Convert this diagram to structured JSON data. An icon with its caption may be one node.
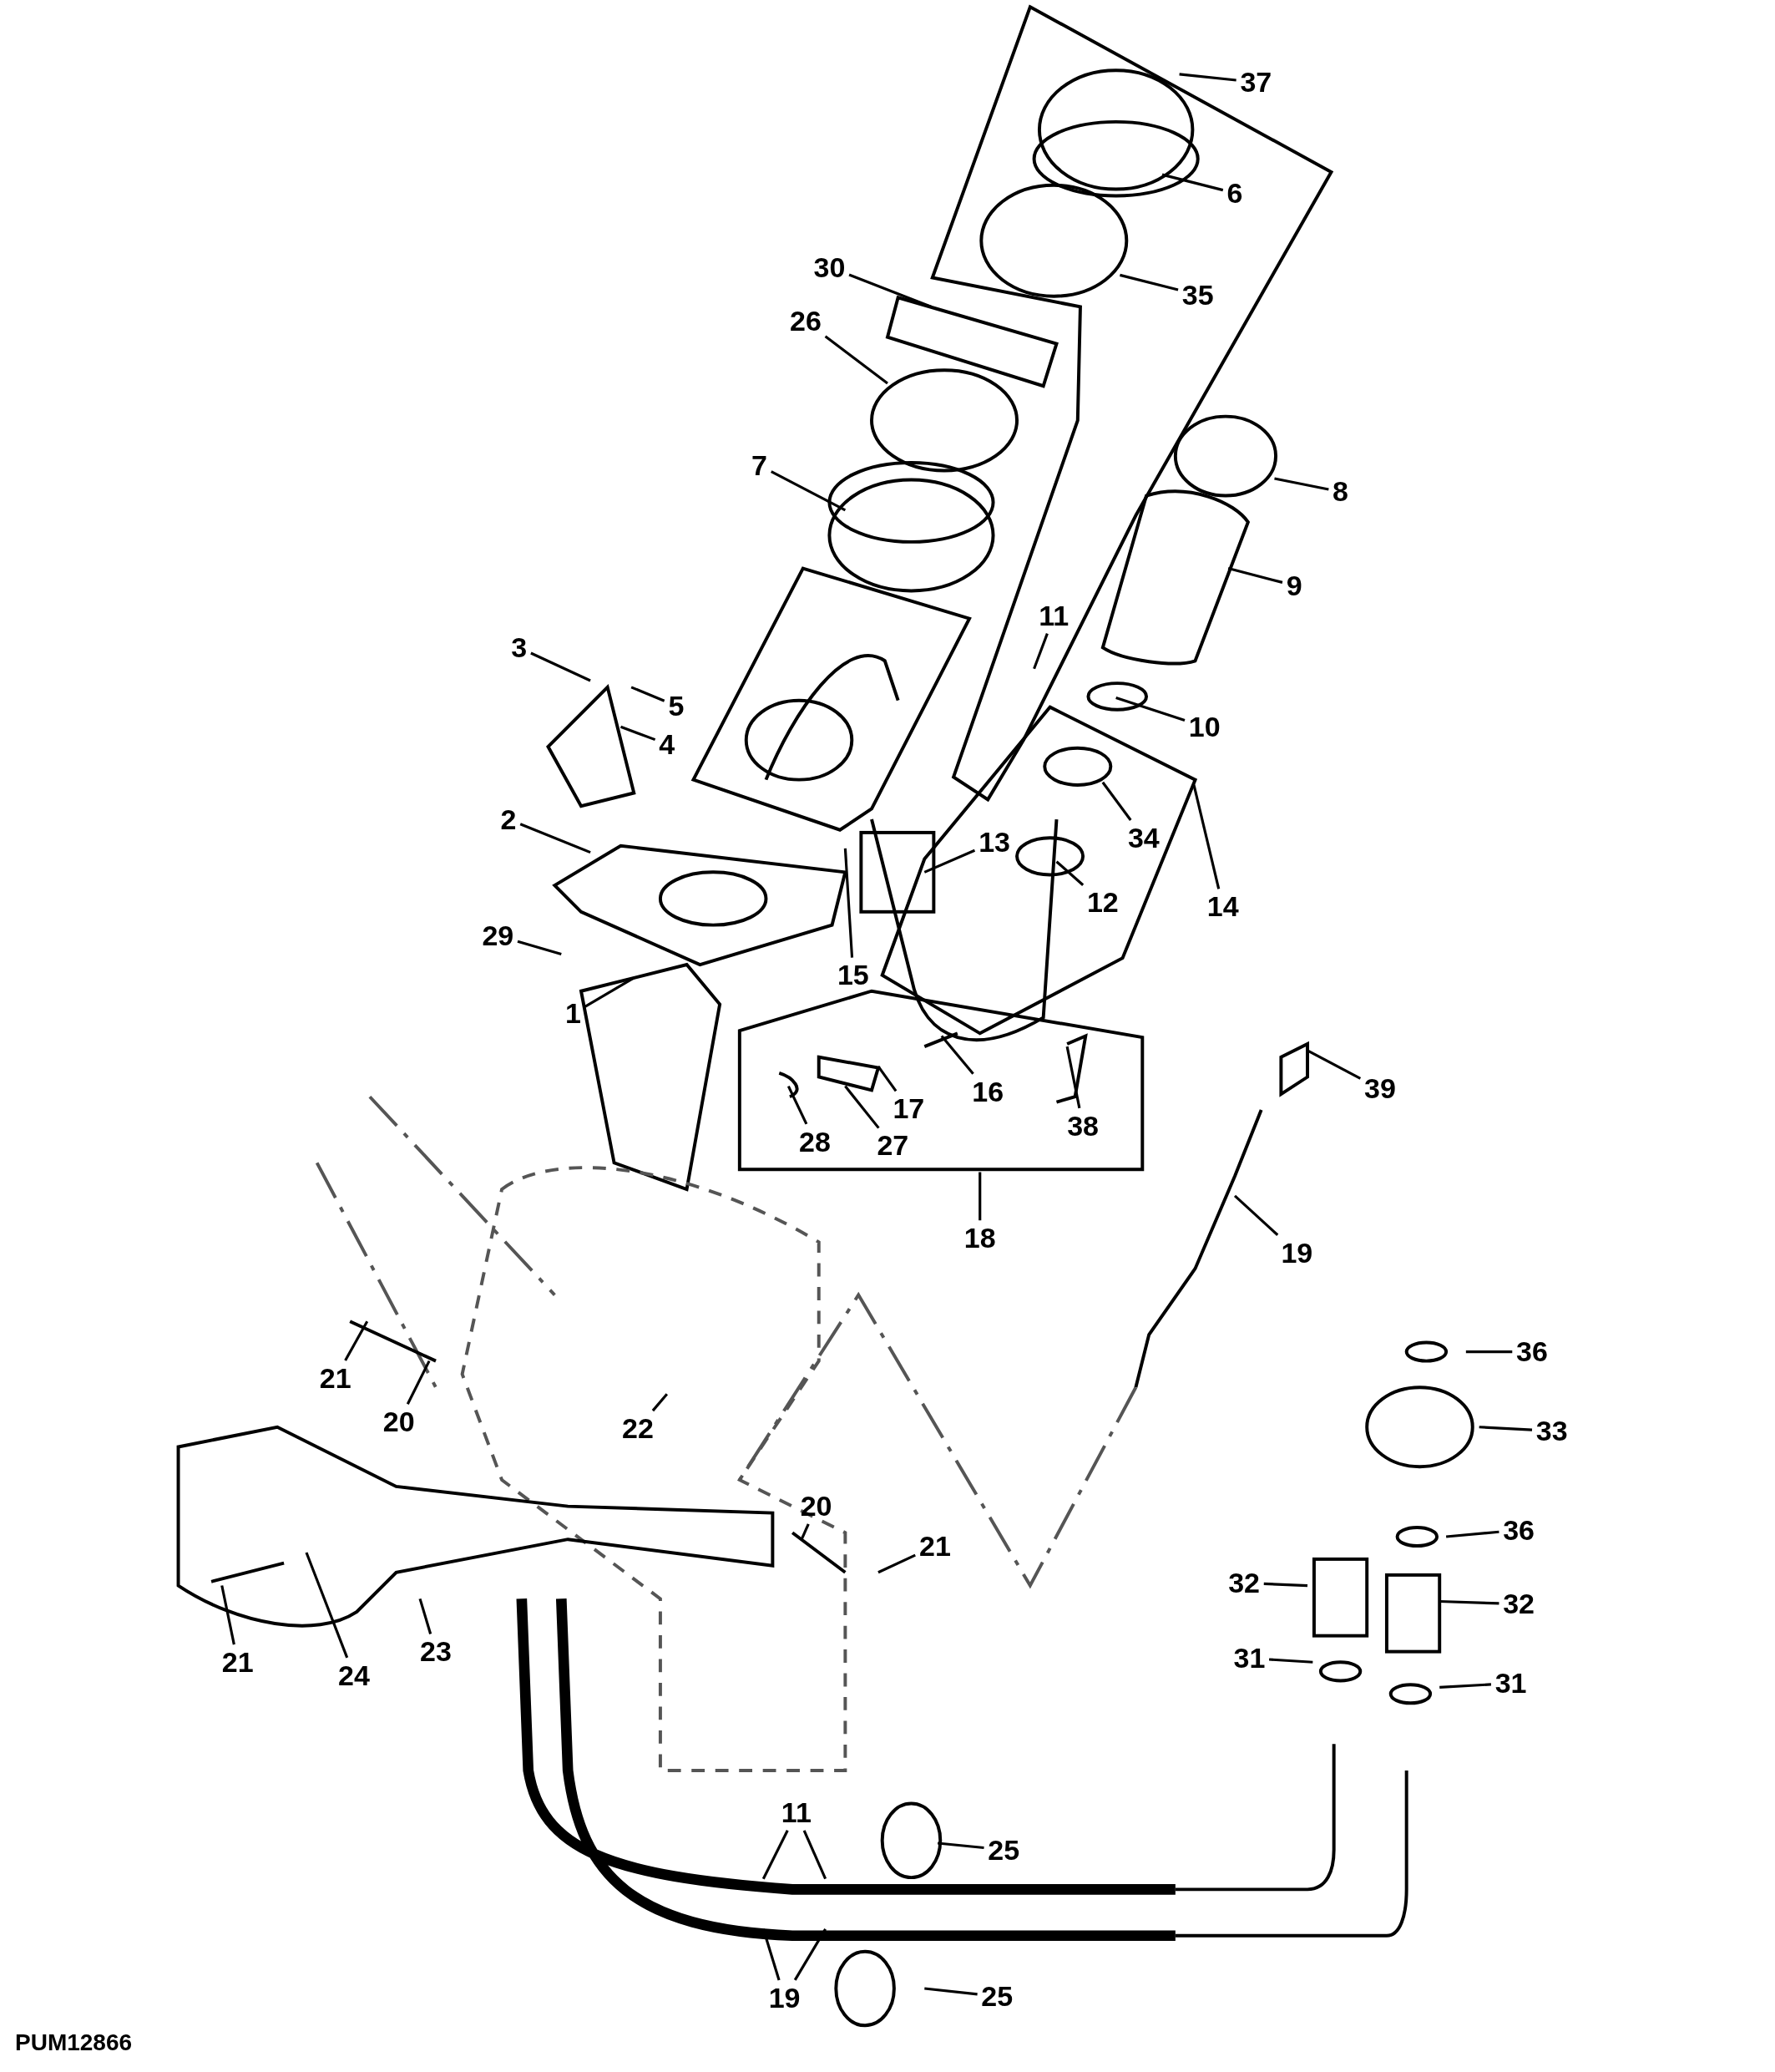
{
  "diagram": {
    "nodes": [
      {
        "text": [
          "37"
        ]
      },
      {
        "text": [
          "6"
        ]
      },
      {
        "text": [
          "30"
        ]
      },
      {
        "text": [
          "35"
        ]
      },
      {
        "text": [
          "26"
        ]
      },
      {
        "text": [
          "8"
        ]
      },
      {
        "text": [
          "7"
        ]
      },
      {
        "text": [
          "9"
        ]
      },
      {
        "text": [
          "3"
        ]
      },
      {
        "text": [
          "11"
        ]
      },
      {
        "text": [
          "5"
        ]
      },
      {
        "text": [
          "4"
        ]
      },
      {
        "text": [
          "10"
        ]
      },
      {
        "text": [
          "2"
        ]
      },
      {
        "text": [
          "34"
        ]
      },
      {
        "text": [
          "13"
        ]
      },
      {
        "text": [
          "12"
        ]
      },
      {
        "text": [
          "14"
        ]
      },
      {
        "text": [
          "29"
        ]
      },
      {
        "text": [
          "15"
        ]
      },
      {
        "text": [
          "1"
        ]
      },
      {
        "text": [
          "16"
        ]
      },
      {
        "text": [
          "39"
        ]
      },
      {
        "text": [
          "17"
        ]
      },
      {
        "text": [
          "28"
        ]
      },
      {
        "text": [
          "27"
        ]
      },
      {
        "text": [
          "38"
        ]
      },
      {
        "text": [
          "18"
        ]
      },
      {
        "text": [
          "19"
        ]
      },
      {
        "text": [
          "36"
        ]
      },
      {
        "text": [
          "21"
        ]
      },
      {
        "text": [
          "33"
        ]
      },
      {
        "text": [
          "20"
        ]
      },
      {
        "text": [
          "22"
        ]
      },
      {
        "text": [
          "20"
        ]
      },
      {
        "text": [
          "21"
        ]
      },
      {
        "text": [
          "36"
        ]
      },
      {
        "text": [
          "32"
        ]
      },
      {
        "text": [
          "32"
        ]
      },
      {
        "text": [
          "31"
        ]
      },
      {
        "text": [
          "31"
        ]
      },
      {
        "text": [
          "21"
        ]
      },
      {
        "text": [
          "24"
        ]
      },
      {
        "text": [
          "23"
        ]
      },
      {
        "text": [
          "11"
        ]
      },
      {
        "text": [
          "25"
        ]
      },
      {
        "text": [
          "19"
        ]
      },
      {
        "text": [
          "25"
        ]
      }
    ],
    "edges": [
      {
        "from": 0,
        "to": null,
        "arrow": "none"
      },
      {
        "from": 1,
        "to": null,
        "arrow": "none"
      },
      {
        "from": 2,
        "to": null,
        "arrow": "none"
      },
      {
        "from": 3,
        "to": null,
        "arrow": "none"
      },
      {
        "from": 4,
        "to": null,
        "arrow": "none"
      },
      {
        "from": 5,
        "to": null,
        "arrow": "none"
      },
      {
        "from": 6,
        "to": null,
        "arrow": "none"
      },
      {
        "from": 7,
        "to": null,
        "arrow": "none"
      },
      {
        "from": 8,
        "to": null,
        "arrow": "none"
      },
      {
        "from": 9,
        "to": null,
        "arrow": "none"
      },
      {
        "from": 10,
        "to": null,
        "arrow": "none"
      },
      {
        "from": 11,
        "to": null,
        "arrow": "none"
      },
      {
        "from": 12,
        "to": null,
        "arrow": "none"
      },
      {
        "from": 13,
        "to": null,
        "arrow": "none"
      },
      {
        "from": 14,
        "to": null,
        "arrow": "none"
      },
      {
        "from": 15,
        "to": null,
        "arrow": "none"
      },
      {
        "from": 16,
        "to": null,
        "arrow": "none"
      },
      {
        "from": 17,
        "to": null,
        "arrow": "none"
      },
      {
        "from": 18,
        "to": null,
        "arrow": "none"
      },
      {
        "from": 19,
        "to": null,
        "arrow": "none"
      },
      {
        "from": 20,
        "to": null,
        "arrow": "none"
      },
      {
        "from": 21,
        "to": null,
        "arrow": "none"
      },
      {
        "from": 22,
        "to": null,
        "arrow": "none"
      },
      {
        "from": 23,
        "to": null,
        "arrow": "none"
      },
      {
        "from": 24,
        "to": null,
        "arrow": "none"
      },
      {
        "from": 25,
        "to": null,
        "arrow": "none"
      },
      {
        "from": 26,
        "to": null,
        "arrow": "none"
      },
      {
        "from": 27,
        "to": null,
        "arrow": "none"
      },
      {
        "from": 28,
        "to": null,
        "arrow": "none"
      },
      {
        "from": 29,
        "to": null,
        "arrow": "none"
      },
      {
        "from": 30,
        "to": null,
        "arrow": "none"
      },
      {
        "from": 31,
        "to": null,
        "arrow": "none"
      },
      {
        "from": 32,
        "to": null,
        "arrow": "none"
      },
      {
        "from": 33,
        "to": null,
        "arrow": "none"
      },
      {
        "from": 34,
        "to": null,
        "arrow": "none"
      },
      {
        "from": 35,
        "to": null,
        "arrow": "none"
      },
      {
        "from": 36,
        "to": null,
        "arrow": "none"
      },
      {
        "from": 37,
        "to": null,
        "arrow": "none"
      },
      {
        "from": 38,
        "to": null,
        "arrow": "none"
      },
      {
        "from": 39,
        "to": null,
        "arrow": "none"
      },
      {
        "from": 40,
        "to": null,
        "arrow": "none"
      },
      {
        "from": 41,
        "to": null,
        "arrow": "none"
      },
      {
        "from": 42,
        "to": null,
        "arrow": "none"
      },
      {
        "from": 43,
        "to": null,
        "arrow": "none"
      },
      {
        "from": 44,
        "to": null,
        "arrow": "none"
      },
      {
        "from": 44,
        "to": null,
        "arrow": "none"
      },
      {
        "from": 45,
        "to": null,
        "arrow": "none"
      },
      {
        "from": 46,
        "to": null,
        "arrow": "none"
      },
      {
        "from": 46,
        "to": null,
        "arrow": "none"
      },
      {
        "from": 47,
        "to": null,
        "arrow": "none"
      }
    ],
    "labels": [
      "PUM12866"
    ]
  }
}
